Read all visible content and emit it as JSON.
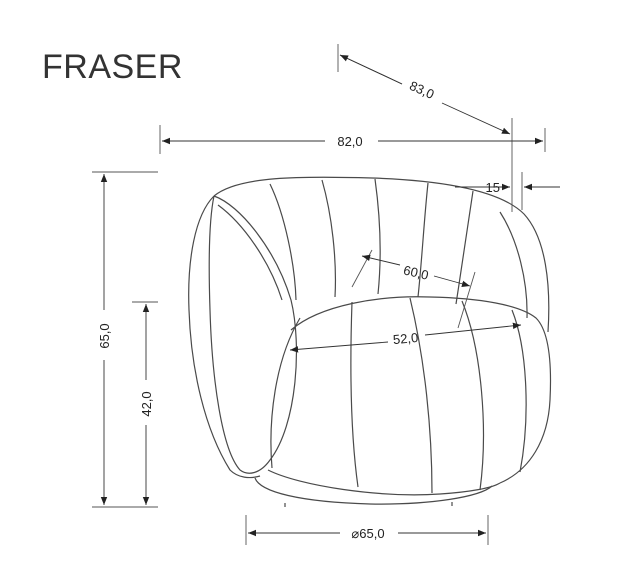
{
  "title": "FRASER",
  "dimensions": {
    "depth_diagonal": "83,0",
    "width": "82,0",
    "armrest": "15",
    "height": "65,0",
    "seat_height": "42,0",
    "inner_width": "60,0",
    "seat_width": "52,0",
    "base_diameter": "⌀65,0"
  },
  "colors": {
    "line": "#4a4a4a",
    "text": "#222222",
    "background": "#ffffff"
  }
}
